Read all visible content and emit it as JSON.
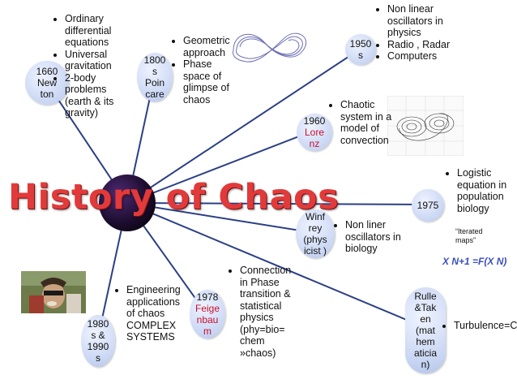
{
  "title": "History of Chaos",
  "nodes": {
    "newton": {
      "year": "1660",
      "name": "New ton"
    },
    "poincare": {
      "year": "1800",
      "name": "s Poin care"
    },
    "y1950": {
      "year": "1950",
      "name": "s"
    },
    "lorenz": {
      "year": "1960",
      "name": "Lore nz"
    },
    "y1975": {
      "year": "1975"
    },
    "winfrey": {
      "name": "Winf rey (phys icist )"
    },
    "feigenbaum": {
      "year": "1978",
      "name": "Feige nbau m"
    },
    "complex": {
      "year": "1980 s & 1990 s"
    },
    "ruelle": {
      "name": "Rulle &Tak en (mat hem aticia n)"
    }
  },
  "bullets": {
    "newton": [
      "Ordinary differential equations",
      "Universal gravitation",
      "2-body problems (earth & its gravity)"
    ],
    "poincare": [
      "Geometric approach",
      "Phase space of glimpse of chaos"
    ],
    "y1950": [
      "Non linear oscillators in physics",
      "Radio , Radar",
      "Computers"
    ],
    "lorenz": [
      "Chaotic system in a model of convection"
    ],
    "y1975": [
      "Logistic equation in population biology"
    ],
    "winfrey": [
      "Non liner oscillators in biology"
    ],
    "feigenbaum": [
      "Connection in Phase transition & statistical physics (phy=bio= chem »chaos)"
    ],
    "complex": [
      "Engineering applications of chaos COMPLEX SYSTEMS"
    ],
    "ruelle": [
      "Turbulence=Chaos"
    ]
  },
  "iterated_maps": "“Iterated maps”",
  "equation": "X N+1 =F(X N)",
  "icons": [
    "attractor-curve-icon",
    "lorenz-attractor-icon",
    "movie-still-photo"
  ]
}
